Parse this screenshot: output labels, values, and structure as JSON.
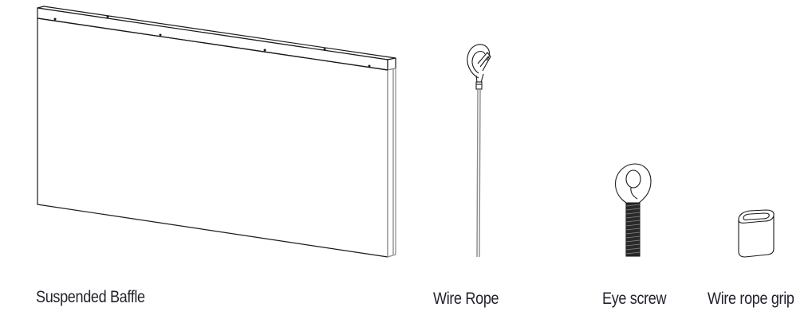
{
  "components": [
    {
      "id": "suspended-baffle",
      "label": "Suspended Baffle"
    },
    {
      "id": "wire-rope",
      "label": "Wire Rope"
    },
    {
      "id": "eye-screw",
      "label": "Eye screw"
    },
    {
      "id": "wire-rope-grip",
      "label": "Wire rope grip"
    }
  ],
  "colors": {
    "line": "#1a1a1a",
    "text": "#23232e",
    "shade": "#9a9a9a",
    "background": "#ffffff"
  }
}
